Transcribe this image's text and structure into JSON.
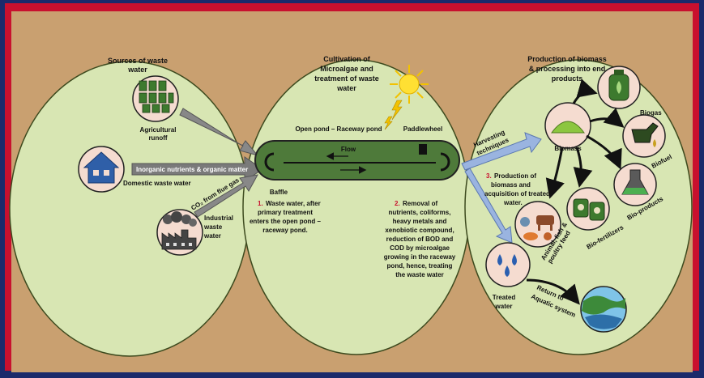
{
  "sections": {
    "sources": {
      "title": [
        "Sources of waste",
        "water"
      ]
    },
    "cultivation": {
      "title": [
        "Cultivation of",
        "Microalgae and",
        "treatment of waste",
        "water"
      ]
    },
    "production": {
      "title": [
        "Production of biomass",
        "& processing into end",
        "products"
      ]
    }
  },
  "sources": {
    "agricultural": [
      "Agricultural",
      "runoff"
    ],
    "domestic": "Domestic waste water",
    "industrial": [
      "Industrial",
      "waste",
      "water"
    ],
    "inorganic_arrow": "Inorganic nutrients & organic matter",
    "co2_arrow": "CO₂ from flue gas"
  },
  "pond": {
    "label": "Open pond – Raceway pond",
    "paddlewheel": "Paddlewheel",
    "flow": "Flow",
    "baffle": "Baffle"
  },
  "steps": {
    "step1_num": "1.",
    "step1": [
      "Waste water, after",
      "primary treatment",
      "enters the open pond –",
      "raceway pond."
    ],
    "step2_num": "2.",
    "step2": [
      "Removal of",
      "nutrients, coliforms,",
      "heavy metals and",
      "xenobiotic compound,",
      "reduction of BOD and",
      "COD by microalgae",
      "growing in the raceway",
      "pond, hence, treating",
      "the waste water"
    ],
    "step3_num": "3.",
    "step3": [
      "Production of",
      "biomass and",
      "acquisition of treated",
      "water."
    ]
  },
  "production": {
    "harvesting": [
      "Harvesting",
      "techniques"
    ],
    "biomass": "Biomass",
    "biogas": "Biogas",
    "biofuel": "Biofuel",
    "bioproducts": "Bio-products",
    "biofertilizers": "Bio-fertilizers",
    "animal_feed": [
      "Animal, fish &",
      "poultry feed"
    ],
    "treated_water": [
      "Treated",
      "water"
    ],
    "return": [
      "Return to",
      "Aquatic system"
    ]
  },
  "colors": {
    "frame": "#1b2a6b",
    "border_red": "#c8102e",
    "background": "#c9a070",
    "ellipse": "#d8e6b3",
    "pond": "#4e7a3a",
    "icon_circle": "#f5dcd0",
    "step_number": "#c8102e"
  }
}
